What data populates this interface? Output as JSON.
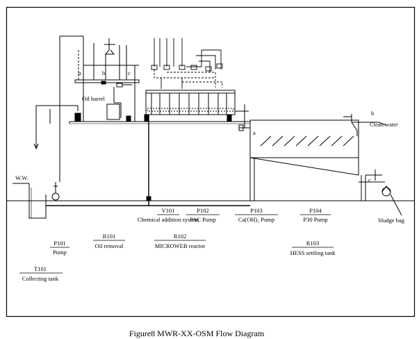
{
  "inline_labels": {
    "ww": "W.W.",
    "oil_barrel": "Oil barrel",
    "clean_water": "Clean water",
    "sludge_bag": "Sludge bag",
    "a_left": "a",
    "b_left": "b",
    "c_left": "c",
    "a_tank": "a",
    "b_out": "b",
    "c_out": "c"
  },
  "legend": [
    {
      "code": "V101",
      "name": "Chemical addition system"
    },
    {
      "code": "P102",
      "name": "PAC  Pump"
    },
    {
      "code": "P103",
      "name": "Ca(OH)₂ Pump"
    },
    {
      "code": "P104",
      "name": "P30 Pump"
    },
    {
      "code": "P101",
      "name": "Pump"
    },
    {
      "code": "R101",
      "name": "Oil removal"
    },
    {
      "code": "R102",
      "name": "MICROWEB reactor"
    },
    {
      "code": "R103",
      "name": "HESS settling tank"
    },
    {
      "code": "T101",
      "name": "Collecting tank"
    }
  ],
  "caption": "Figure8  MWR-XX-OSM Flow Diagram"
}
